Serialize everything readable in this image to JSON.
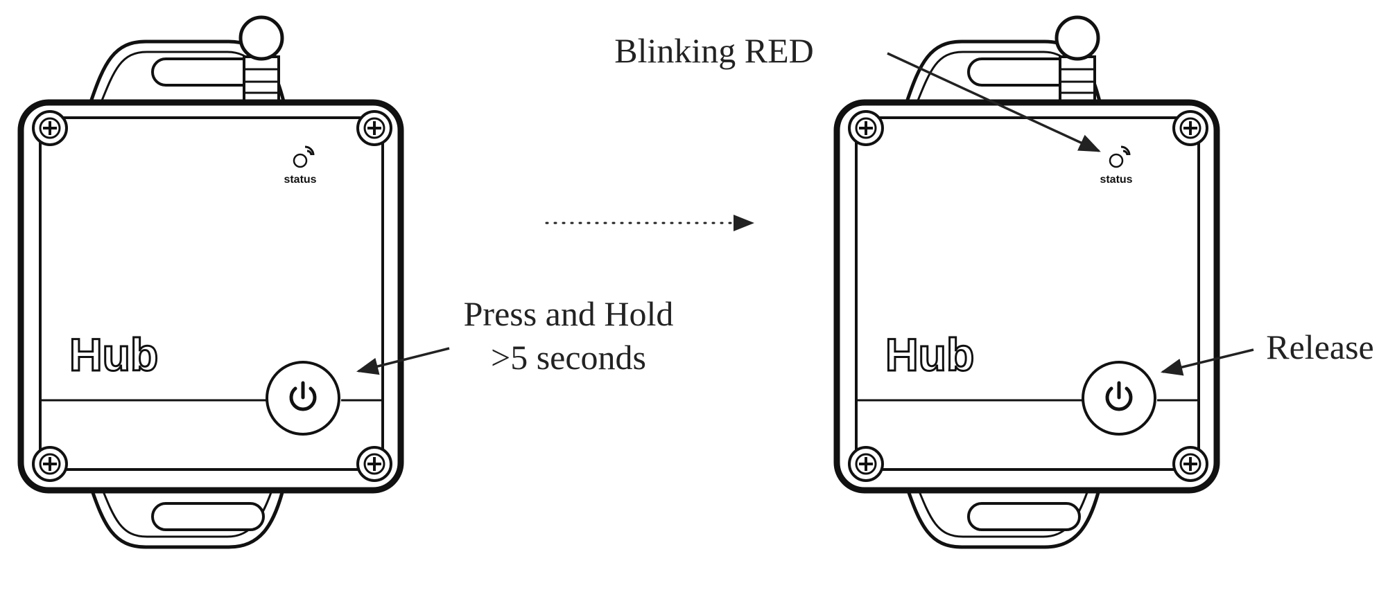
{
  "devices": [
    {
      "brand": "Hub",
      "status_label": "status",
      "power_icon": "power-icon"
    },
    {
      "brand": "Hub",
      "status_label": "status",
      "power_icon": "power-icon"
    }
  ],
  "annotations": {
    "press_line1": "Press and Hold",
    "press_line2": ">5 seconds",
    "blinking": "Blinking RED",
    "release": "Release"
  },
  "colors": {
    "stroke": "#111111",
    "arrow": "#222222",
    "background": "#ffffff"
  }
}
